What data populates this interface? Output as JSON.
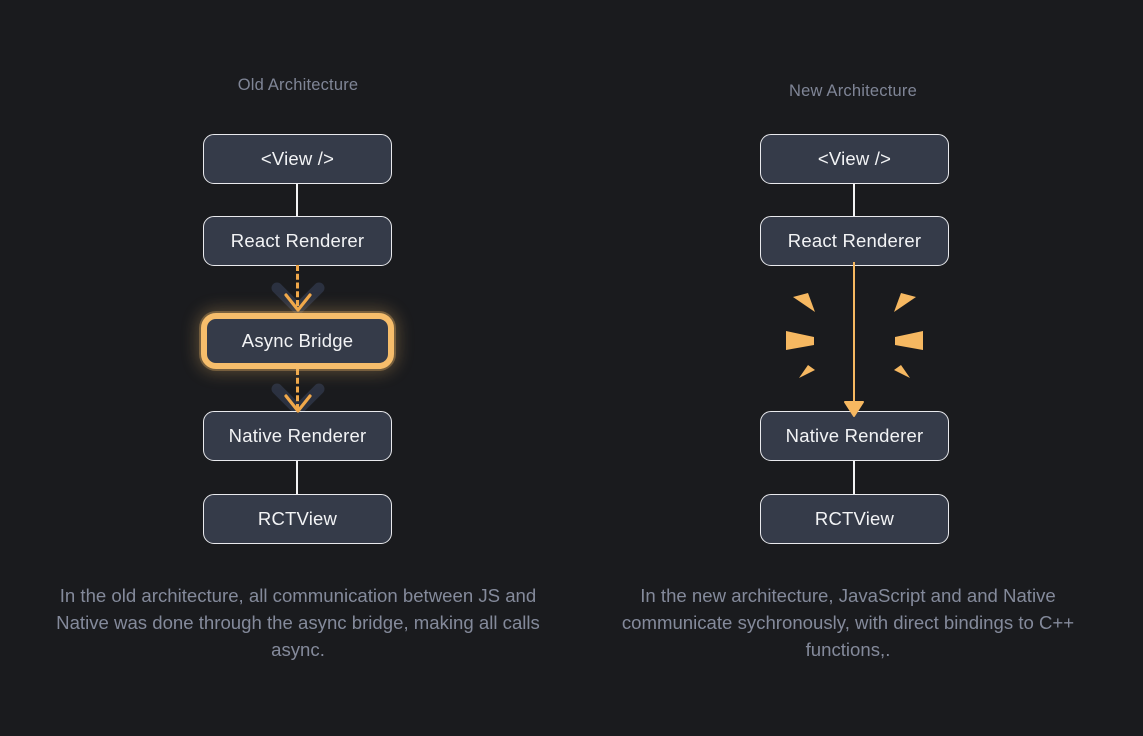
{
  "background_color": "#1a1b1e",
  "accent_color": "#f6b861",
  "node_fill_color": "#353b49",
  "node_border_color": "#e9eaee",
  "title_color": "#7f8596",
  "caption_color": "#848a9b",
  "columns": [
    {
      "id": "old",
      "title": "Old Architecture",
      "nodes": [
        {
          "label": "<View />",
          "highlighted": false
        },
        {
          "label": "React Renderer",
          "highlighted": false
        },
        {
          "label": "Async Bridge",
          "highlighted": true
        },
        {
          "label": "Native Renderer",
          "highlighted": false
        },
        {
          "label": "RCTView",
          "highlighted": false
        }
      ],
      "connector_style": "dashed-orange-arrows",
      "caption": "In the old architecture, all communication between JS and Native was done through the async bridge, making all calls async."
    },
    {
      "id": "new",
      "title": "New Architecture",
      "nodes": [
        {
          "label": "<View />",
          "highlighted": false
        },
        {
          "label": "React Renderer",
          "highlighted": false
        },
        {
          "label": "Native Renderer",
          "highlighted": false
        },
        {
          "label": "RCTView",
          "highlighted": false
        }
      ],
      "connector_style": "solid-orange-arrow-with-burst",
      "caption": "In the new architecture, JavaScript and and Native communicate sychronously, with direct bindings to C++ functions,."
    }
  ]
}
